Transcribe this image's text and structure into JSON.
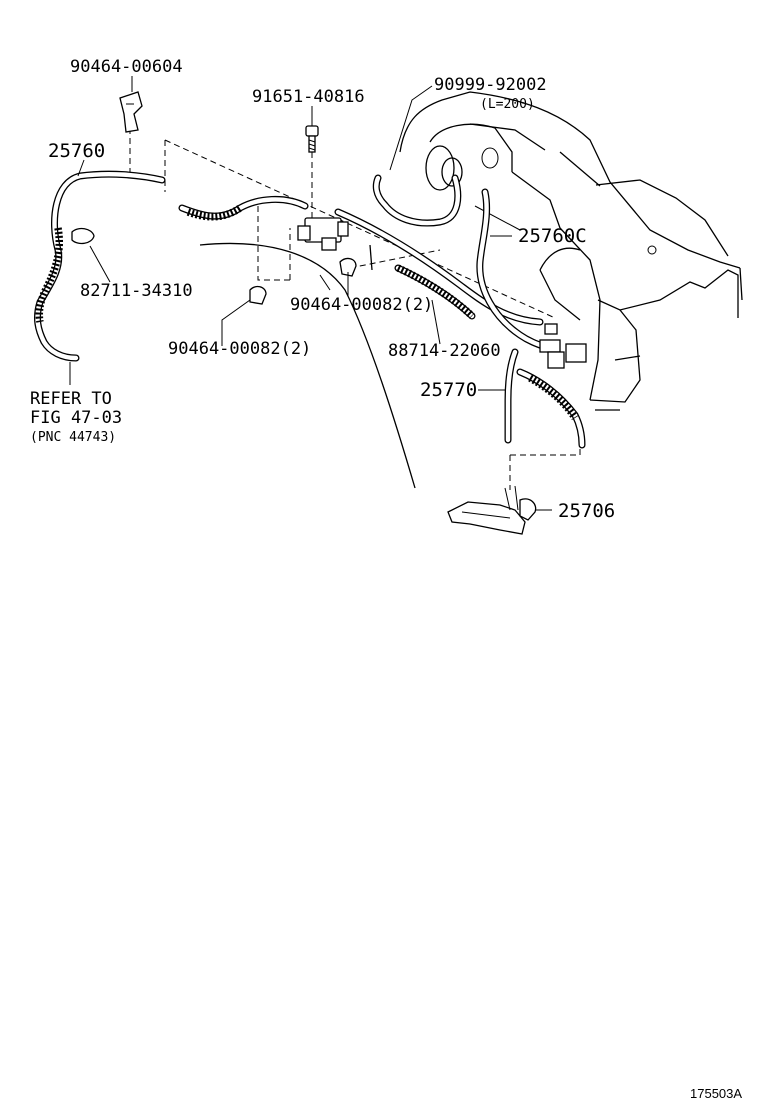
{
  "diagram": {
    "labels": {
      "clip_top": "90464-00604",
      "bolt": "91651-40816",
      "hose_top_right": "90999-92002",
      "hose_top_right_length": "(L=200)",
      "hose_left": "25760",
      "hose_c": "25760C",
      "clamp_left": "82711-34310",
      "clip_mid": "90464-00082(2)",
      "clip_lower": "90464-00082(2)",
      "sleeve": "88714-22060",
      "pipe": "25770",
      "bracket": "25706",
      "refer_line1": "REFER TO",
      "refer_line2": "FIG 47-03",
      "refer_line3": "(PNC 44743)"
    },
    "figure_id": "175503A"
  }
}
